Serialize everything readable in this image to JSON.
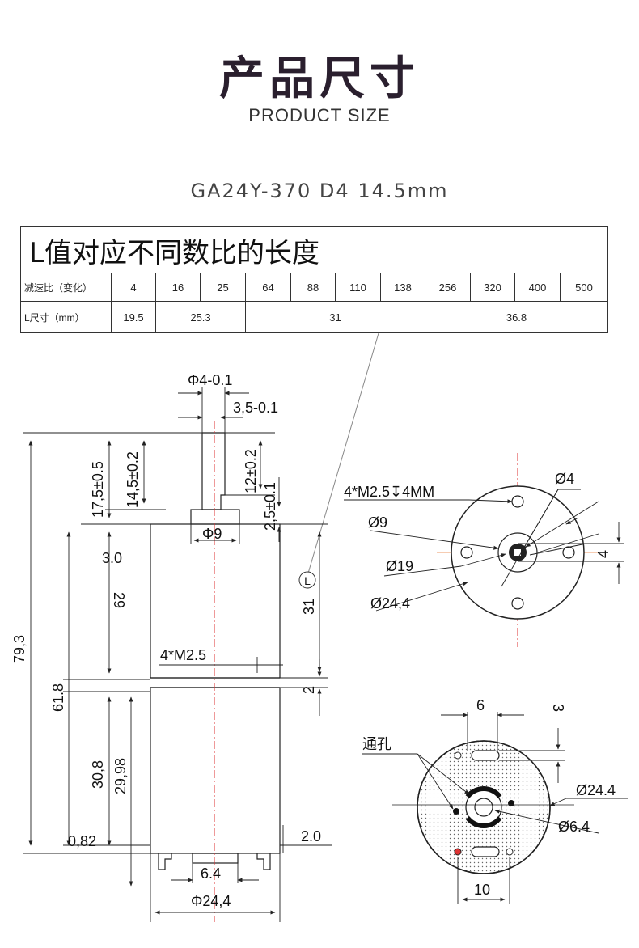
{
  "header": {
    "title": "产品尺寸",
    "subtitle": "PRODUCT SIZE",
    "model": "GA24Y-370 D4 14.5mm"
  },
  "table": {
    "caption": "L值对应不同数比的长度",
    "ratio_label": "减速比（变化）",
    "ratios": [
      "4",
      "16",
      "25",
      "64",
      "88",
      "110",
      "138",
      "256",
      "320",
      "400",
      "500"
    ],
    "length_label": "L尺寸（mm）",
    "lengths": [
      "19.5",
      "25.3",
      "31",
      "36.8"
    ]
  },
  "drawing": {
    "side": {
      "shaft_dia": "Φ4-0.1",
      "flat": "3,5-0.1",
      "len_17_5": "17,5±0.5",
      "len_14_5": "14,5±0.2",
      "len_12": "12±0.2",
      "len_2_5": "2,5±0.1",
      "boss": "Φ9",
      "dim_3_0": "3.0",
      "dim_29": "29",
      "dim_31": "31",
      "l_marker": "L",
      "screw": "4*M2.5",
      "dim_2": "2",
      "total": "79,3",
      "dim_61_8": "61.8",
      "dim_30_8": "30,8",
      "dim_29_98": "29,98",
      "dim_0_82": "0,82",
      "dim_2_0": "2.0",
      "dim_6_4": "6.4",
      "body_dia": "Φ24,4"
    },
    "front": {
      "screws": "4*M2.5↧4MM",
      "d4": "Ø4",
      "d9": "Ø9",
      "d19": "Ø19",
      "d24": "Ø24,4",
      "dim_4": "4"
    },
    "rear": {
      "dim_6": "6",
      "dim_3": "3",
      "through_hole": "通孔",
      "d24": "Ø24.4",
      "d6": "Ø6.4",
      "dim_10": "10"
    }
  }
}
